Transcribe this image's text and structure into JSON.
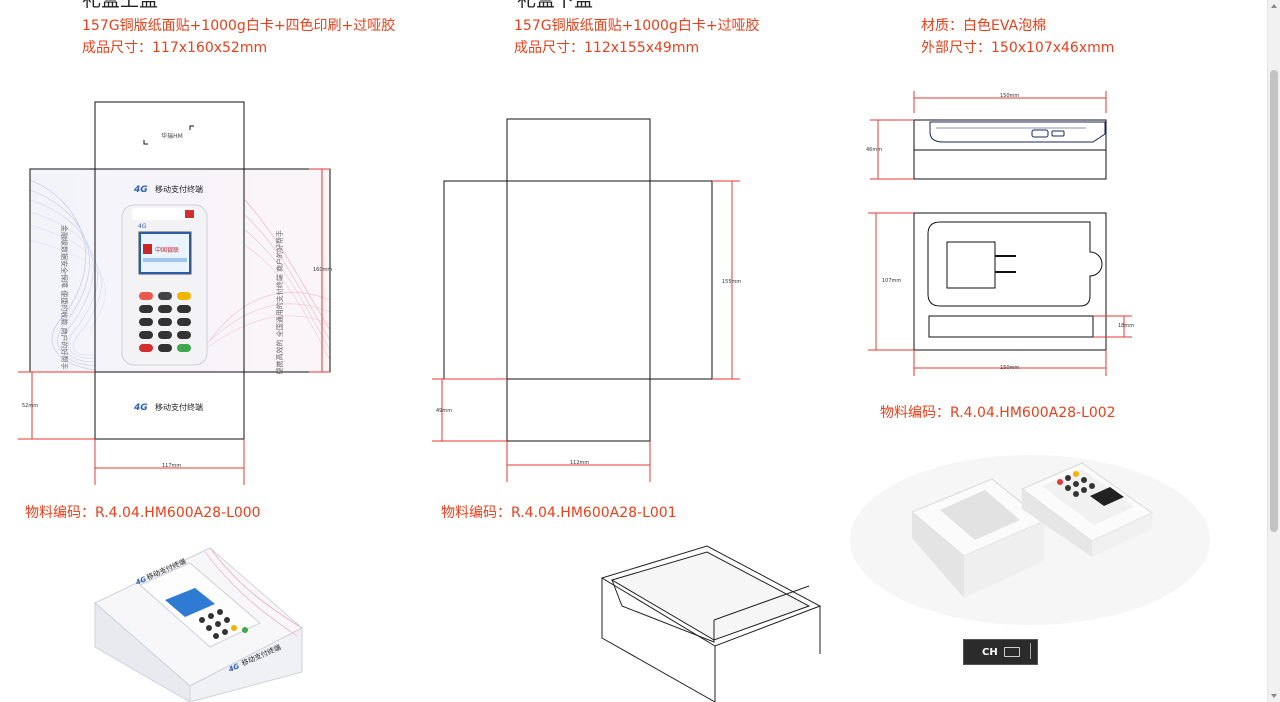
{
  "titles": {
    "lid": "礼盒上盖",
    "base": "礼盒下盖"
  },
  "specs": {
    "lid_material": "157G铜版纸面贴+1000g白卡+四色印刷+过哑胶",
    "lid_size": "成品尺寸：117x160x52mm",
    "base_material": "157G铜版纸面贴+1000g白卡+过哑胶",
    "base_size": "成品尺寸：112x155x49mm",
    "foam_material": "材质：白色EVA泡棉",
    "foam_size": "外部尺寸：150x107x46xmm"
  },
  "codes": {
    "lid": "物料编码：R.4.04.HM600A28-L000",
    "base": "物料编码：R.4.04.HM600A28-L001",
    "foam": "物料编码：R.4.04.HM600A28-L002"
  },
  "dims": {
    "lid_w": "117mm",
    "lid_h": "160mm",
    "lid_d": "52mm",
    "base_w": "112mm",
    "base_h": "155mm",
    "base_d": "49mm",
    "foam_w_top": "150mm",
    "foam_d": "46mm",
    "foam_h": "107mm",
    "foam_w_bottom": "150mm",
    "foam_slot": "18mm"
  },
  "print": {
    "brand": "移动支付终端",
    "badge": "4G",
    "bank": "中国银联",
    "side_left": "金融级数据安全保障 便捷的收款 商户的好帮手",
    "side_right": "便携高效的 全国通用的支付终端 商户的好帮手",
    "top_small": "华瑞HM"
  },
  "ime": {
    "code": "CH"
  },
  "colors": {
    "accent_red": "#e8401c",
    "dimension_red": "#e53935",
    "line": "#111111"
  }
}
